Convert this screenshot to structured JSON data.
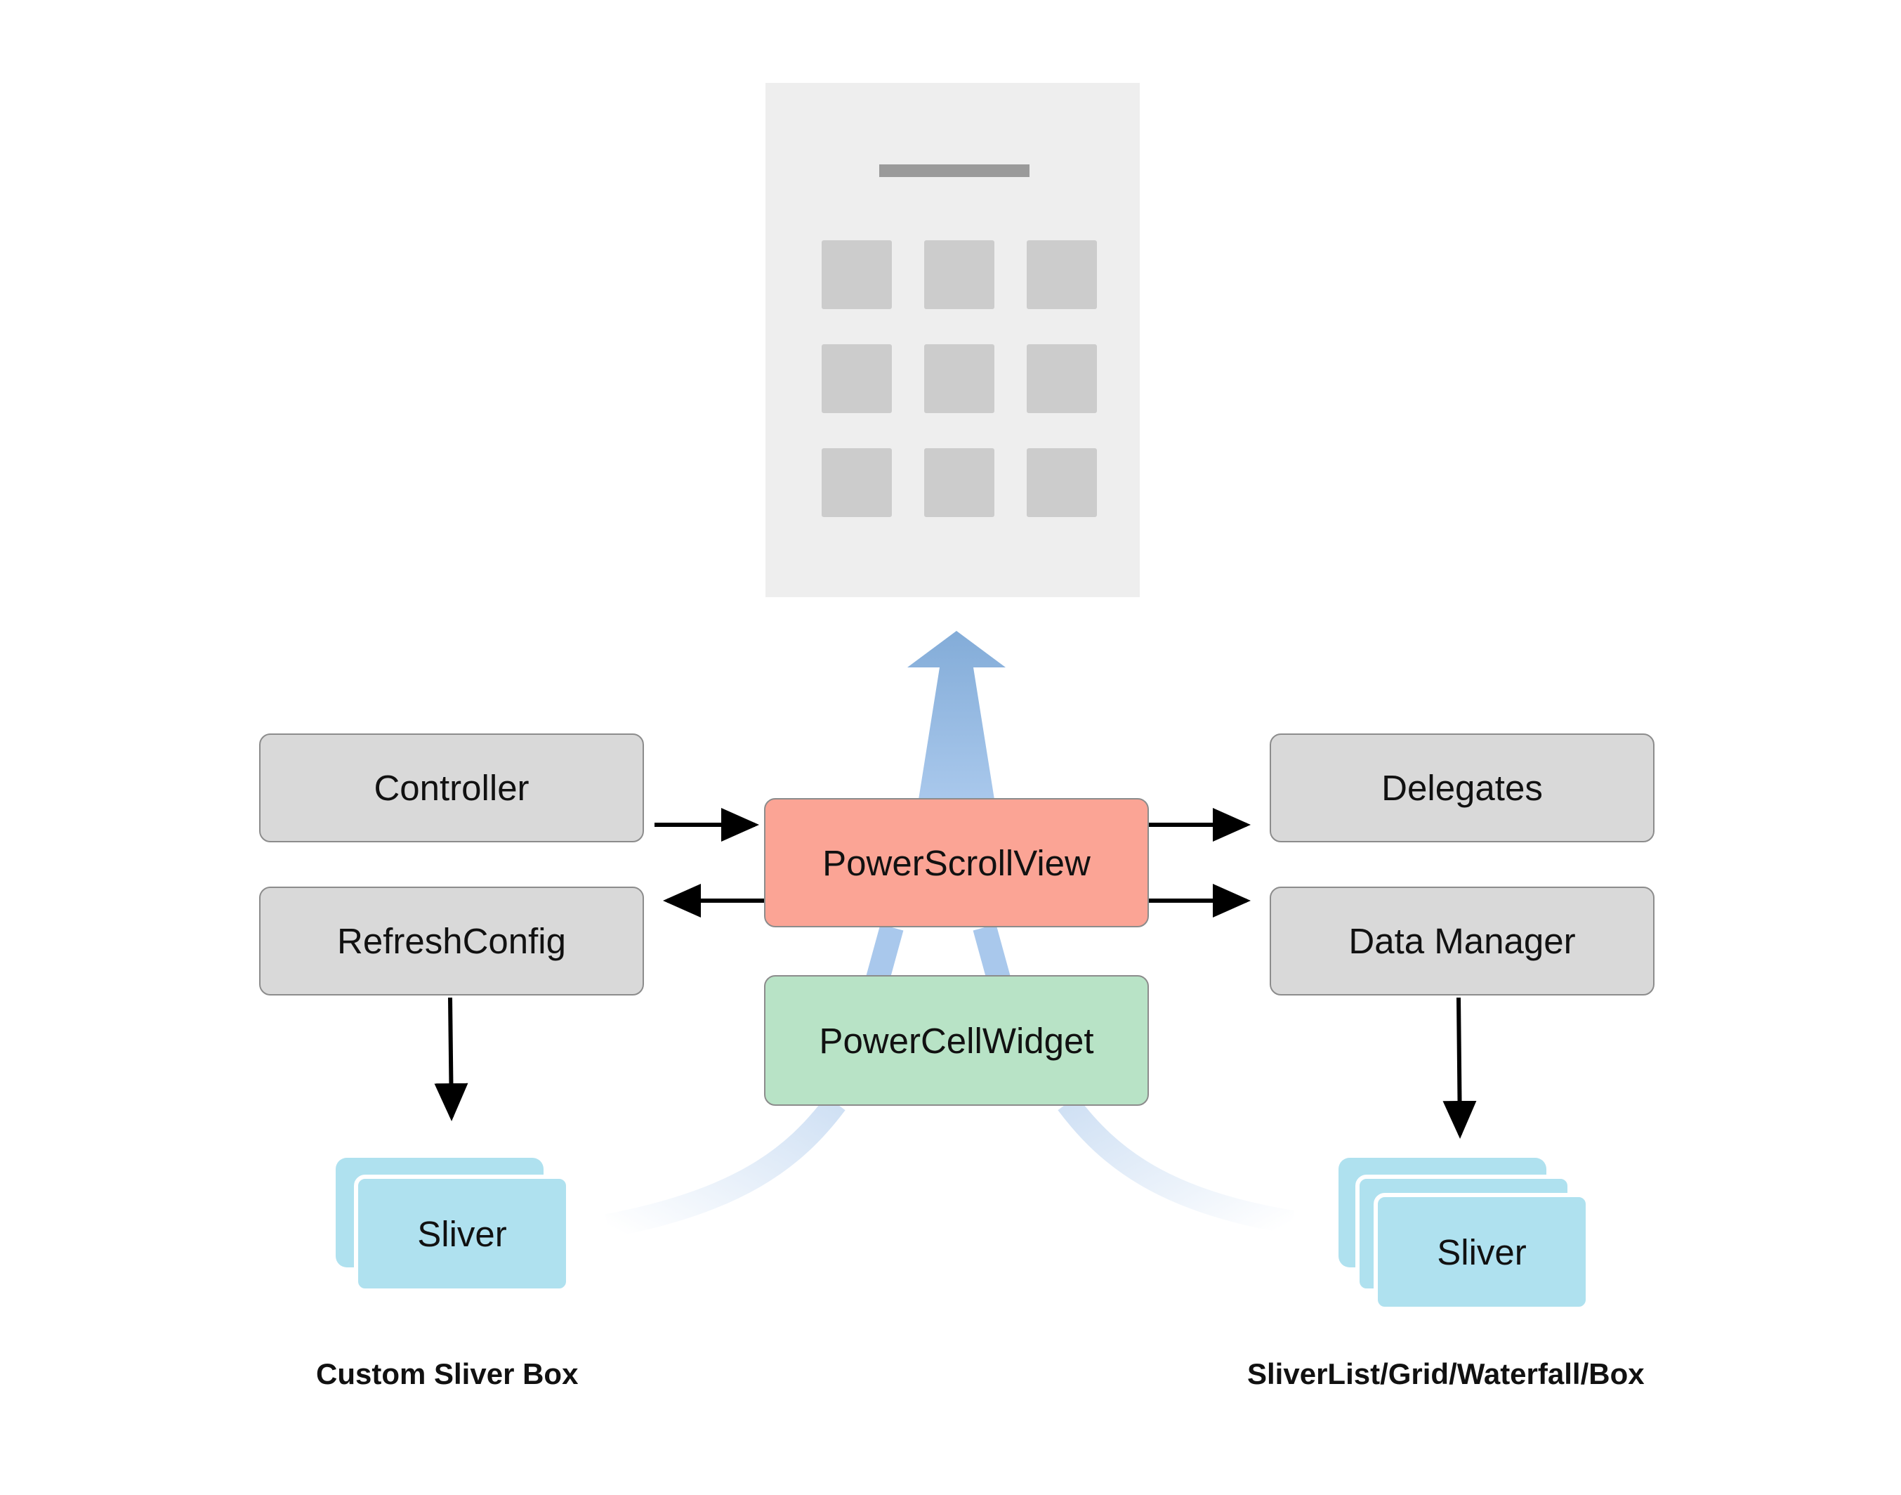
{
  "diagram": {
    "nodes": {
      "controller": "Controller",
      "refresh_config": "RefreshConfig",
      "power_scroll_view": "PowerScrollView",
      "power_cell_widget": "PowerCellWidget",
      "delegates": "Delegates",
      "data_manager": "Data Manager",
      "sliver_left": "Sliver",
      "sliver_right": "Sliver"
    },
    "captions": {
      "left": "Custom Sliver Box",
      "right": "SliverList/Grid/Waterfall/Box"
    },
    "edges": [
      {
        "from": "Controller",
        "to": "PowerScrollView"
      },
      {
        "from": "PowerScrollView",
        "to": "RefreshConfig"
      },
      {
        "from": "PowerScrollView",
        "to": "Delegates"
      },
      {
        "from": "PowerScrollView",
        "to": "Data Manager"
      },
      {
        "from": "RefreshConfig",
        "to": "Sliver (Custom Sliver Box)"
      },
      {
        "from": "Data Manager",
        "to": "Sliver (SliverList/Grid/Waterfall/Box)"
      },
      {
        "from": "PowerScrollView",
        "to": "screen"
      }
    ],
    "colors": {
      "gray_box": "#d9d9d9",
      "scroll_view": "#fba495",
      "cell_widget": "#b8e3c6",
      "sliver": "#afe1ef",
      "flow_arrow": "#8bb2dc",
      "screen": "#eeeeee"
    }
  }
}
